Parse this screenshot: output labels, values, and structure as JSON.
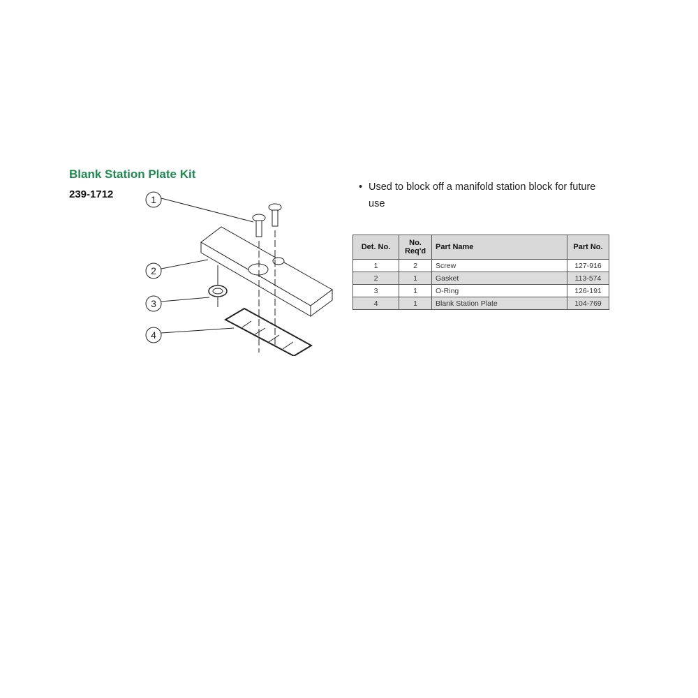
{
  "title": "Blank Station Plate Kit",
  "kit_part_number": "239-1712",
  "bullets": [
    "Used to block off a manifold station block for future use"
  ],
  "callouts": [
    "1",
    "2",
    "3",
    "4"
  ],
  "table": {
    "headers": [
      "Det. No.",
      "No. Req'd",
      "Part Name",
      "Part No."
    ],
    "rows": [
      {
        "det": "1",
        "qty": "2",
        "name": "Screw",
        "part": "127-916"
      },
      {
        "det": "2",
        "qty": "1",
        "name": "Gasket",
        "part": "113-574"
      },
      {
        "det": "3",
        "qty": "1",
        "name": "O-Ring",
        "part": "126-191"
      },
      {
        "det": "4",
        "qty": "1",
        "name": "Blank Station Plate",
        "part": "104-769"
      }
    ]
  },
  "colors": {
    "title": "#1d8a4f",
    "header_bg": "#d9d9d9"
  }
}
